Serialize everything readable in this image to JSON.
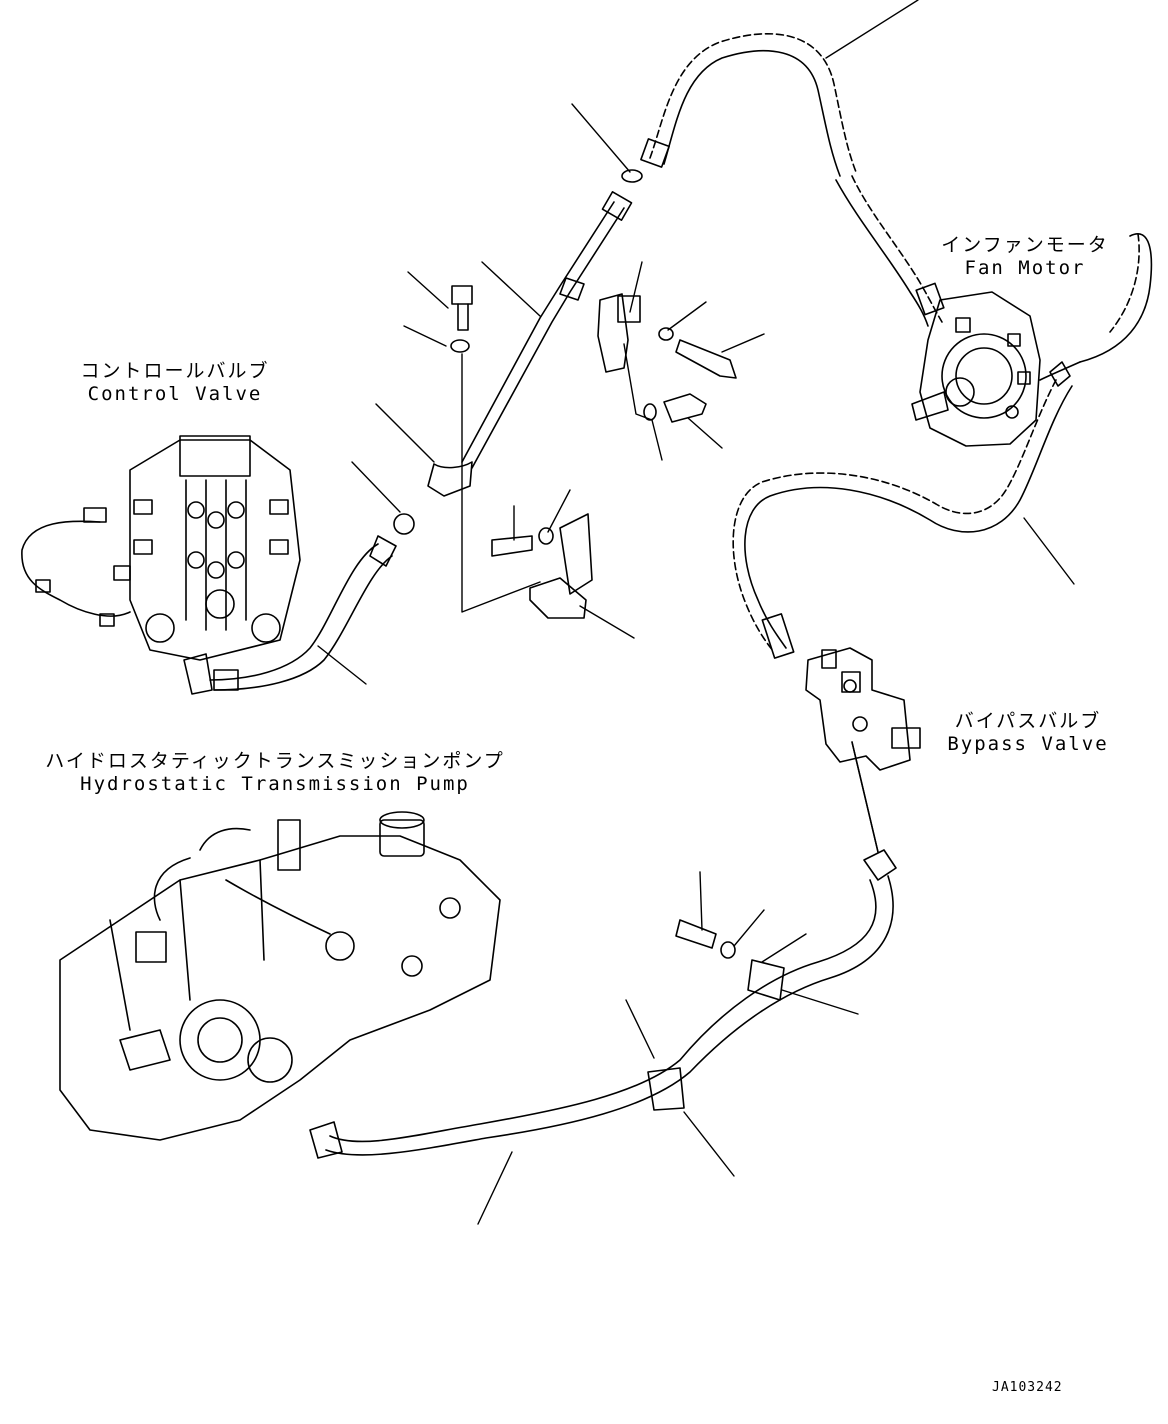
{
  "labels": {
    "control_valve": {
      "jp": "コントロールバルブ",
      "en": "Control Valve"
    },
    "fan_motor": {
      "jp": "インファンモータ",
      "en": "Fan Motor"
    },
    "hst_pump": {
      "jp": "ハイドロスタティックトランスミッションポンプ",
      "en": "Hydrostatic Transmission Pump"
    },
    "bypass_valve": {
      "jp": "バイパスバルブ",
      "en": "Bypass Valve"
    }
  },
  "drawing_id": "JA103242",
  "colors": {
    "line": "#000000",
    "background": "#ffffff"
  }
}
